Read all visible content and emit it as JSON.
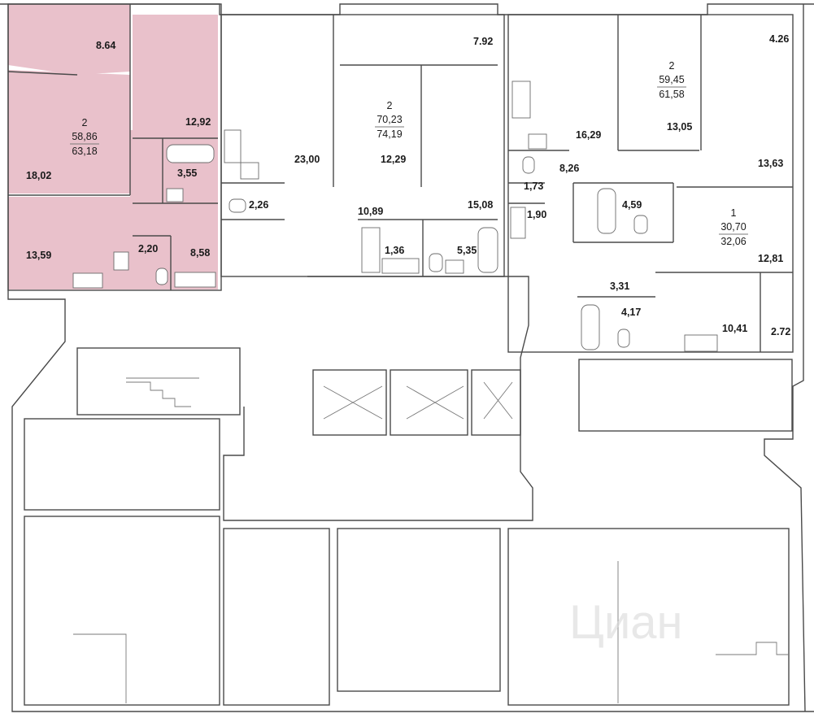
{
  "colors": {
    "highlight": "#e9c1cb",
    "wall": "#4a4a4a",
    "background": "#ffffff"
  },
  "watermark": "Циан",
  "apartments": [
    {
      "id": "apt-left",
      "rooms": "2",
      "area_living": "58,86",
      "area_total": "63,18",
      "selected": true
    },
    {
      "id": "apt-center",
      "rooms": "2",
      "area_living": "70,23",
      "area_total": "74,19",
      "selected": false
    },
    {
      "id": "apt-right-top",
      "rooms": "2",
      "area_living": "59,45",
      "area_total": "61,58",
      "selected": false
    },
    {
      "id": "apt-right-mid",
      "rooms": "1",
      "area_living": "30,70",
      "area_total": "32,06",
      "selected": false
    }
  ],
  "room_areas": {
    "r1": "8.64",
    "r2": "12,92",
    "r3": "18,02",
    "r4": "3,55",
    "r5": "13,59",
    "r6": "2,20",
    "r7": "8,58",
    "r8": "23,00",
    "r9": "2,26",
    "r10": "10,89",
    "r11": "1,36",
    "r12": "12,29",
    "r13": "15,08",
    "r14": "5,35",
    "r15": "7.92",
    "r16": "16,29",
    "r17": "8,26",
    "r18": "1,73",
    "r19": "1,90",
    "r20": "4,59",
    "r21": "13,05",
    "r22": "13,63",
    "r23": "4.26",
    "r24": "12,81",
    "r25": "3,31",
    "r26": "4,17",
    "r27": "10,41",
    "r28": "2.72"
  }
}
